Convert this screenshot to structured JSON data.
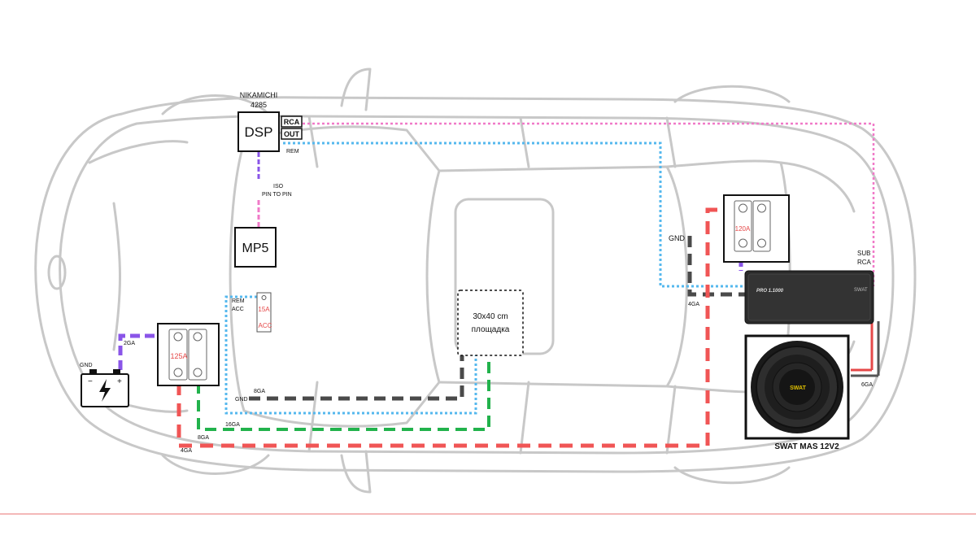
{
  "labels": {
    "head_unit_brand": "NIKAMICHI",
    "head_unit_model": "4285",
    "dsp": "DSP",
    "rca": "RCA",
    "out": "OUT",
    "rem_top": "REM",
    "iso": "ISO",
    "pin_to_pin": "PIN TO PIN",
    "mp5": "MP5",
    "rem": "REM",
    "acc": "ACC",
    "fuse_small_rating": "15A",
    "fuse_small_acc": "ACC",
    "gnd_battery": "GND",
    "ga_2": "2GA",
    "fuse_main_rating": "125A",
    "gnd_8ga": "GND",
    "ga_8": "8GA",
    "ga_16": "16GA",
    "ga_8_lower": "8GA",
    "ga_4": "4GA",
    "platform_size": "30x40 cm",
    "platform_word": "площадка",
    "gnd_amp": "GND",
    "ga_4_amp": "4GA",
    "fuse_amp_rating": "120A",
    "sub": "SUB",
    "rca_sub": "RCA",
    "amp_model": "PRO 1.1000",
    "amp_brand": "SWAT",
    "speaker_brand": "SWAT",
    "ga_6": "6GA",
    "subwoofer_name": "SWAT MAS 12V2",
    "battery_minus": "−",
    "battery_plus": "+"
  },
  "colors": {
    "car_outline": "#c8c8c8",
    "power": "#f05555",
    "ground": "#4a4a4a",
    "acc": "#22b24c",
    "remote": "#55b8ee",
    "rca_signal": "#f07ac8",
    "iso": "#8a55e8",
    "baseline": "#f0a0a0"
  }
}
